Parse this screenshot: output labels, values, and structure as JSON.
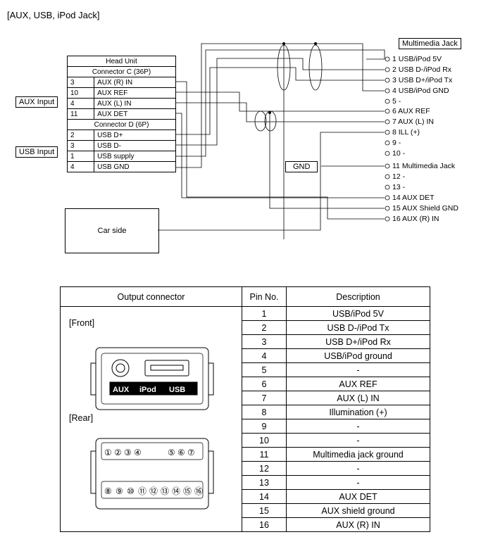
{
  "title": "[AUX, USB, iPod Jack]",
  "head_unit": {
    "title": "Head Unit",
    "connector_c": "Connector C (36P)",
    "connector_d": "Connector D (6P)",
    "c_pins": [
      {
        "pin": "3",
        "name": "AUX (R) IN"
      },
      {
        "pin": "10",
        "name": "AUX REF"
      },
      {
        "pin": "4",
        "name": "AUX (L) IN"
      },
      {
        "pin": "11",
        "name": "AUX DET"
      }
    ],
    "d_pins": [
      {
        "pin": "2",
        "name": "USB D+"
      },
      {
        "pin": "3",
        "name": "USB D-"
      },
      {
        "pin": "1",
        "name": "USB supply"
      },
      {
        "pin": "4",
        "name": "USB GND"
      }
    ]
  },
  "side_labels": {
    "aux_input": "AUX Input",
    "usb_input": "USB Input"
  },
  "multimedia_jack": {
    "title": "Multimedia Jack",
    "pins": [
      "1 USB/iPod 5V",
      "2 USB D-/iPod Rx",
      "3 USB D+/iPod Tx",
      "4 USB/iPod GND",
      "5 -",
      "6 AUX REF",
      "7 AUX (L) IN",
      "8 ILL (+)",
      "9 -",
      "10 -",
      "11 Multimedia Jack",
      "12 -",
      "13 -",
      "14 AUX DET",
      "15 AUX Shield GND",
      "16 AUX (R) IN"
    ]
  },
  "gnd_label": "GND",
  "car_side": "Car side",
  "pin_table": {
    "headers": {
      "connector": "Output connector",
      "pin": "Pin No.",
      "desc": "Description"
    },
    "front_label": "[Front]",
    "rear_label": "[Rear]",
    "front_text": {
      "aux": "AUX",
      "ipod": "iPod",
      "usb": "USB"
    },
    "rear_top": [
      "①",
      "②",
      "③",
      "④",
      "⑤",
      "⑥",
      "⑦"
    ],
    "rear_bottom": [
      "⑧",
      "⑨",
      "⑩",
      "⑪",
      "⑫",
      "⑬",
      "⑭",
      "⑮",
      "⑯"
    ],
    "rows": [
      {
        "pin": "1",
        "desc": "USB/iPod 5V"
      },
      {
        "pin": "2",
        "desc": "USB D-/iPod Tx"
      },
      {
        "pin": "3",
        "desc": "USB D+/iPod Rx"
      },
      {
        "pin": "4",
        "desc": "USB/iPod ground"
      },
      {
        "pin": "5",
        "desc": "-"
      },
      {
        "pin": "6",
        "desc": "AUX REF"
      },
      {
        "pin": "7",
        "desc": "AUX (L) IN"
      },
      {
        "pin": "8",
        "desc": "Illumination (+)"
      },
      {
        "pin": "9",
        "desc": "-"
      },
      {
        "pin": "10",
        "desc": "-"
      },
      {
        "pin": "11",
        "desc": "Multimedia jack ground"
      },
      {
        "pin": "12",
        "desc": "-"
      },
      {
        "pin": "13",
        "desc": "-"
      },
      {
        "pin": "14",
        "desc": "AUX DET"
      },
      {
        "pin": "15",
        "desc": "AUX shield ground"
      },
      {
        "pin": "16",
        "desc": "AUX (R) IN"
      }
    ]
  }
}
